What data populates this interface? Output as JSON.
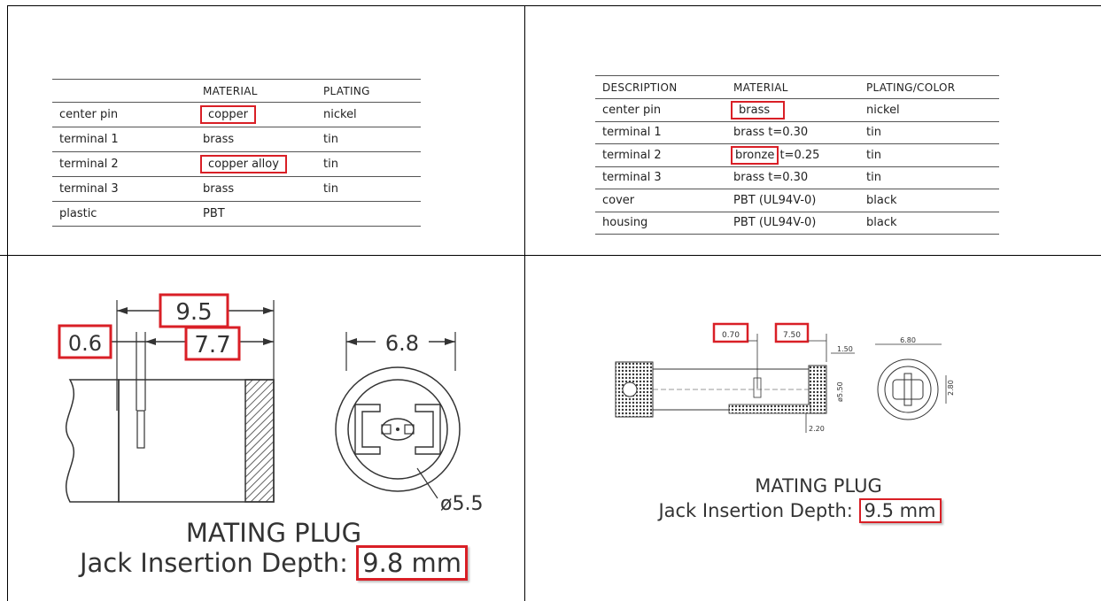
{
  "left_spec": {
    "headers": [
      "",
      "MATERIAL",
      "PLATING"
    ],
    "rows": [
      {
        "part": "center pin",
        "material": "copper",
        "plating": "nickel"
      },
      {
        "part": "terminal 1",
        "material": "brass",
        "plating": "tin"
      },
      {
        "part": "terminal 2",
        "material": "copper alloy",
        "plating": "tin"
      },
      {
        "part": "terminal 3",
        "material": "brass",
        "plating": "tin"
      },
      {
        "part": "plastic",
        "material": "PBT",
        "plating": ""
      }
    ]
  },
  "right_spec": {
    "headers": [
      "DESCRIPTION",
      "MATERIAL",
      "PLATING/COLOR"
    ],
    "rows": [
      {
        "part": "center pin",
        "material": "brass",
        "material_suffix": "",
        "plating": "nickel"
      },
      {
        "part": "terminal 1",
        "material": "brass t=0.30",
        "material_suffix": "",
        "plating": "tin"
      },
      {
        "part": "terminal 2",
        "material": "bronze",
        "material_suffix": " t=0.25",
        "plating": "tin"
      },
      {
        "part": "terminal 3",
        "material": "brass t=0.30",
        "material_suffix": "",
        "plating": "tin"
      },
      {
        "part": "cover",
        "material": "PBT (UL94V-0)",
        "material_suffix": "",
        "plating": "black"
      },
      {
        "part": "housing",
        "material": "PBT (UL94V-0)",
        "material_suffix": "",
        "plating": "black"
      }
    ]
  },
  "left_drawing": {
    "dim_overall": "9.5",
    "dim_gap": "0.6",
    "dim_body": "7.7",
    "dim_front": "6.8",
    "dim_diameter": "ø5.5",
    "caption_title": "MATING PLUG",
    "caption_prefix": "Jack Insertion Depth:",
    "caption_value": "9.8 mm"
  },
  "right_drawing": {
    "dim_a": "0.70",
    "dim_b": "7.50",
    "dim_c": "1.50",
    "dim_d": "6.80",
    "dim_e": "ø5.50",
    "dim_f": "2.80",
    "dim_g": "2.20",
    "caption_title": "MATING PLUG",
    "caption_prefix": "Jack Insertion Depth:",
    "caption_value": "9.5 mm"
  },
  "colors": {
    "highlight": "#d91f26",
    "ink": "#222222"
  }
}
